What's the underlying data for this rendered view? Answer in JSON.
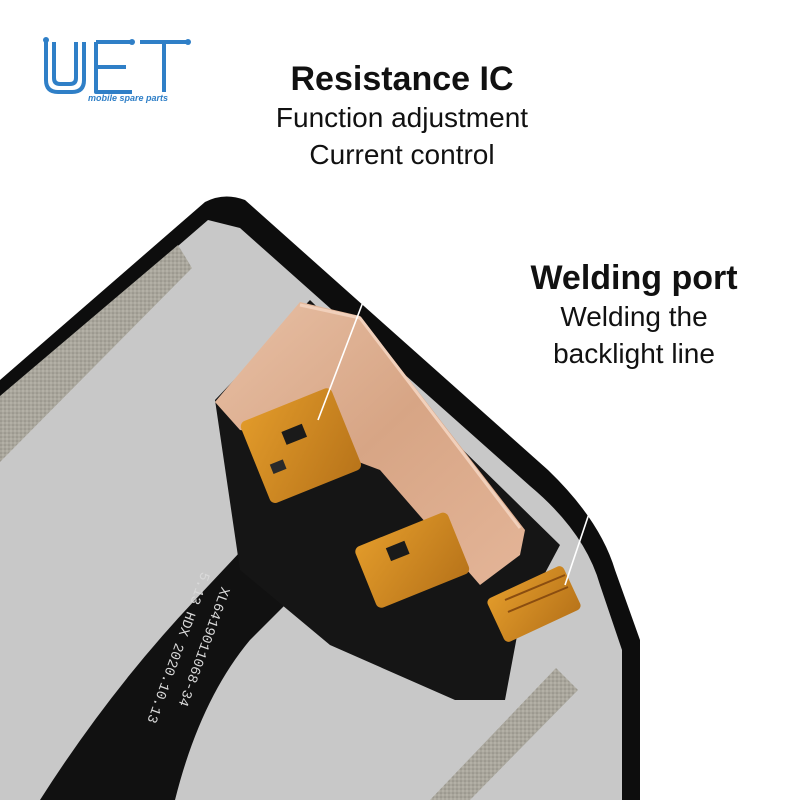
{
  "brand": {
    "logo_text": "UET",
    "tagline": "mobile spare parts",
    "color": "#2f7fc7"
  },
  "callouts": {
    "resistance_ic": {
      "title": "Resistance IC",
      "line1": "Function adjustment",
      "line2": "Current control"
    },
    "welding_port": {
      "title": "Welding port",
      "line1": "Welding the",
      "line2": "backlight line"
    }
  },
  "pcb_print": {
    "line1": "XL6419011068-34",
    "line2": "5.13 HDX 2020.10.13"
  },
  "colors": {
    "screen_gray": "#c8c8c8",
    "bezel_black": "#0d0d0d",
    "copper_tape": "#d9a889",
    "flex_amber": "#d08a1e",
    "adhesive_strip": "#a9a69c"
  }
}
